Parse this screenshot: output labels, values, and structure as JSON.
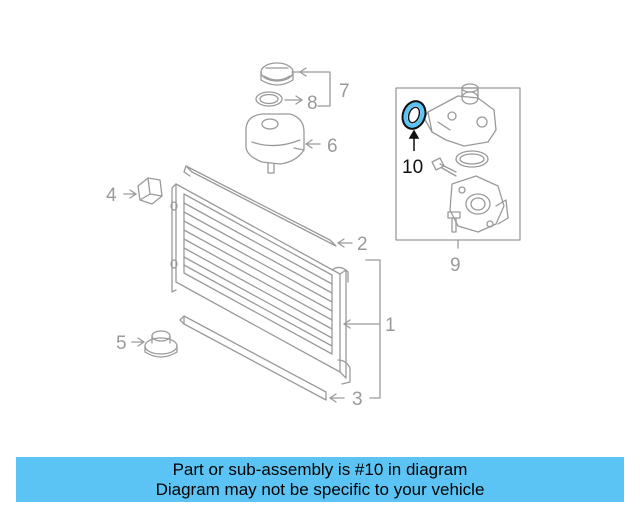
{
  "diagram": {
    "callouts": {
      "c1": "1",
      "c2": "2",
      "c3": "3",
      "c4": "4",
      "c5": "5",
      "c6": "6",
      "c7": "7",
      "c8": "8",
      "c9": "9",
      "c10": "10"
    },
    "highlighted_part": "10",
    "colors": {
      "line": "#9a9a9a",
      "highlight_ring": "#5bc4f5",
      "highlight_outline": "#111111",
      "banner": "#5bc4f5"
    }
  },
  "banner": {
    "line1": "Part or sub-assembly is #10 in diagram",
    "line2": "Diagram may not be specific to your vehicle"
  }
}
